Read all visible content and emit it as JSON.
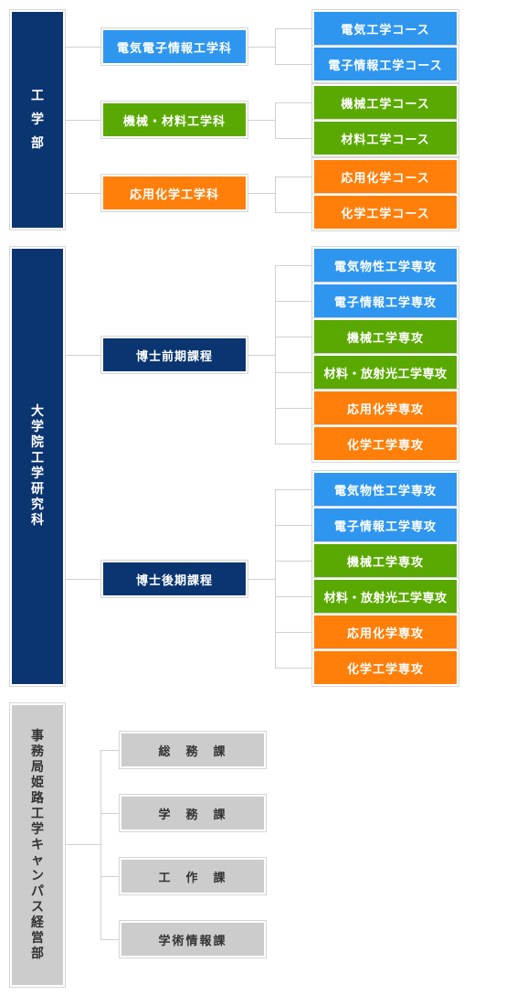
{
  "faculty": {
    "title": "工学部",
    "departments": [
      {
        "label": "電気電子情報工学科",
        "color": "#2f96f0",
        "courses": [
          "電気工学コース",
          "電子情報工学コース"
        ]
      },
      {
        "label": "機械・材料工学科",
        "color": "#5aa902",
        "courses": [
          "機械工学コース",
          "材料工学コース"
        ]
      },
      {
        "label": "応用化学工学科",
        "color": "#ff7f0a",
        "courses": [
          "応用化学コース",
          "化学工学コース"
        ]
      }
    ]
  },
  "graduate": {
    "title": "大学院工学研究科",
    "programs": [
      {
        "label": "博士前期課程",
        "majors": [
          "電気物性工学専攻",
          "電子情報工学専攻",
          "機械工学専攻",
          "材料・放射光工学専攻",
          "応用化学専攻",
          "化学工学専攻"
        ]
      },
      {
        "label": "博士後期課程",
        "majors": [
          "電気物性工学専攻",
          "電子情報工学専攻",
          "機械工学専攻",
          "材料・放射光工学専攻",
          "応用化学専攻",
          "化学工学専攻"
        ]
      }
    ]
  },
  "office": {
    "title": "事務局姫路工学キャンパス経営部",
    "sections": [
      "総　務　課",
      "学　務　課",
      "工　作　課",
      "学術情報課"
    ]
  }
}
